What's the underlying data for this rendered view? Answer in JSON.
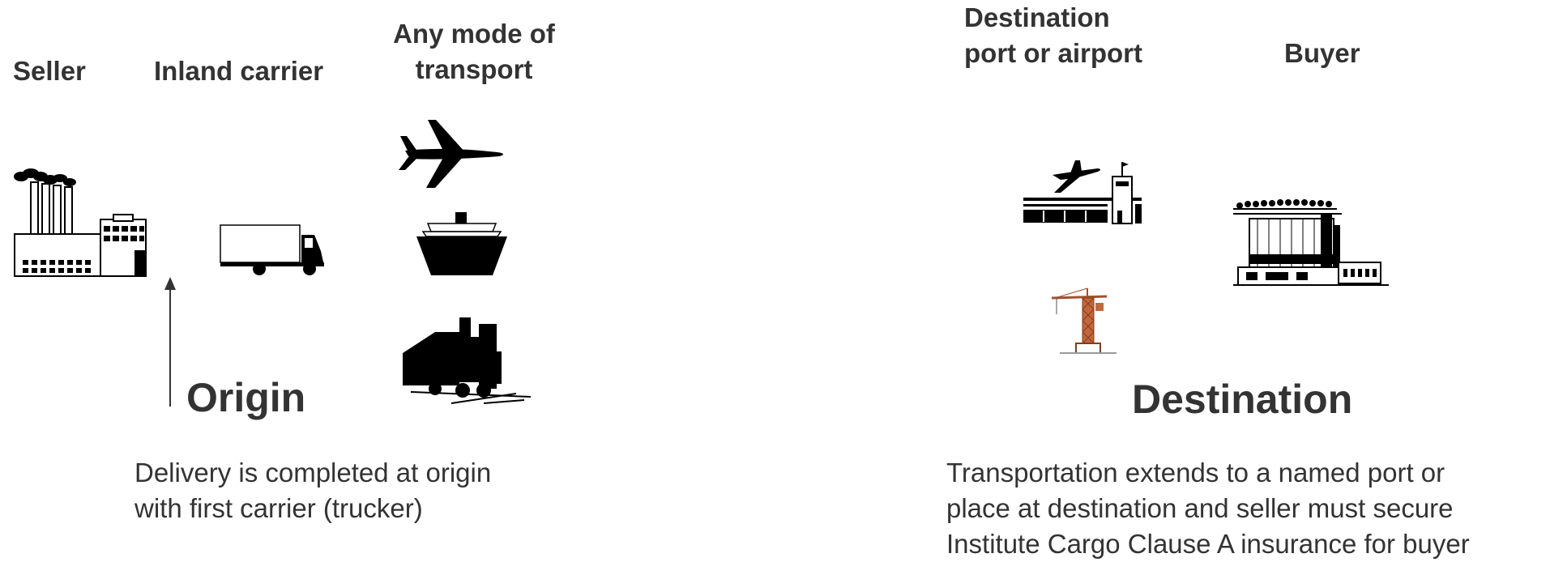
{
  "headers": {
    "seller": "Seller",
    "inland_carrier": "Inland carrier",
    "any_mode": [
      "Any mode of",
      "transport"
    ],
    "destination_port": [
      "Destination",
      "port or airport"
    ],
    "buyer": "Buyer"
  },
  "origin": {
    "label": "Origin",
    "note": [
      "Delivery is completed at origin",
      "with first carrier (trucker)"
    ]
  },
  "destination": {
    "label": "Destination",
    "note": [
      "Transportation extends to a named port or",
      "place at destination and seller must secure",
      "Institute Cargo Clause A insurance for buyer"
    ]
  },
  "icons": [
    "factory-icon",
    "truck-icon",
    "airplane-icon",
    "ship-icon",
    "train-icon",
    "airport-icon",
    "crane-icon",
    "buyer-factory-icon",
    "up-arrow-icon"
  ],
  "colors": {
    "text": "#333333",
    "icon": "#000000",
    "crane": "#a0522d"
  }
}
